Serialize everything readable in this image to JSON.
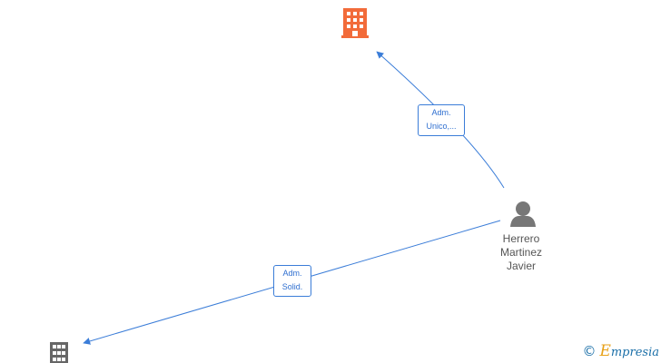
{
  "nodes": {
    "company_top": {
      "type": "company",
      "color": "#f26b3a",
      "icon": "building-icon"
    },
    "company_bottom": {
      "type": "company",
      "color": "#666666",
      "icon": "building-icon"
    },
    "person": {
      "type": "person",
      "color": "#777777",
      "icon": "person-icon",
      "label": [
        "Herrero",
        "Martinez",
        "Javier"
      ]
    }
  },
  "edges": [
    {
      "from": "person",
      "to": "company_top",
      "label": [
        "Adm.",
        "Unico,..."
      ],
      "color": "#3b7dd8"
    },
    {
      "from": "person",
      "to": "company_bottom",
      "label": [
        "Adm.",
        "Solid."
      ],
      "color": "#3b7dd8"
    }
  ],
  "watermark": {
    "copyright": "©",
    "brand_initial": "E",
    "brand_rest": "mpresia"
  }
}
